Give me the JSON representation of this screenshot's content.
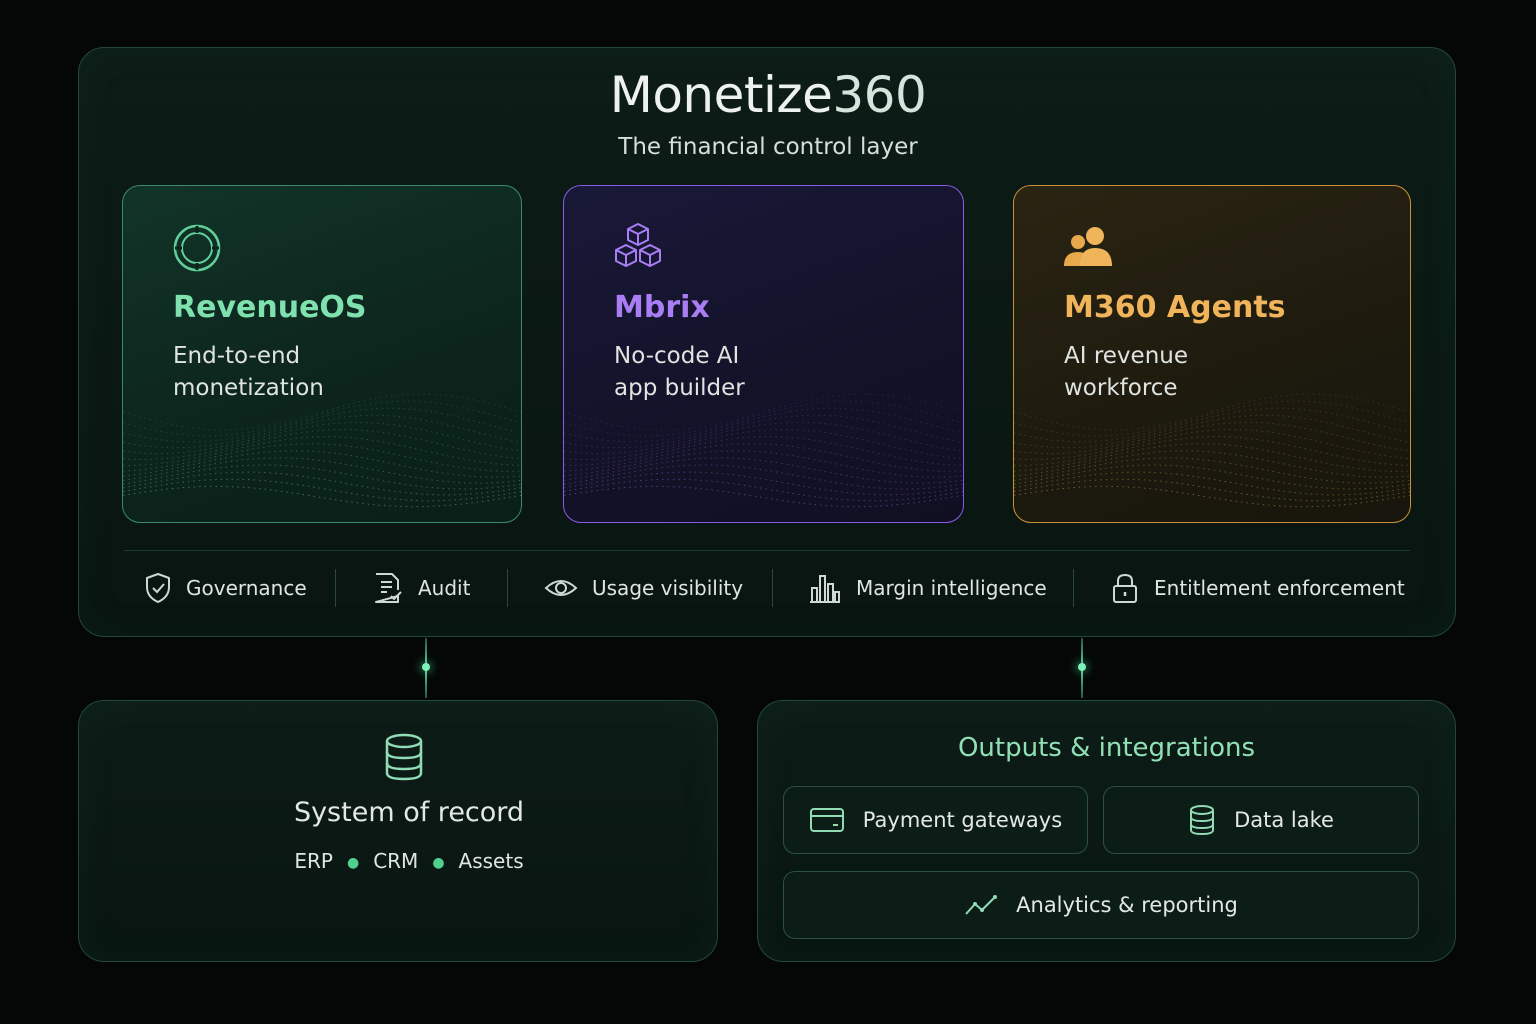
{
  "header": {
    "title_part1": "Monetize",
    "title_part2": "360",
    "subtitle": "The financial control layer"
  },
  "cards": [
    {
      "title": "RevenueOS",
      "description": "End-to-end\nmonetization",
      "icon": "circle-target-icon",
      "accent": "#7fe2ae"
    },
    {
      "title": "Mbrix",
      "description": "No-code AI\napp builder",
      "icon": "cubes-icon",
      "accent": "#a97ef5"
    },
    {
      "title": "M360 Agents",
      "description": "AI revenue\nworkforce",
      "icon": "users-icon",
      "accent": "#f0b45a"
    }
  ],
  "features": [
    {
      "label": "Governance",
      "icon": "shield-check-icon"
    },
    {
      "label": "Audit",
      "icon": "document-check-icon"
    },
    {
      "label": "Usage visibility",
      "icon": "eye-icon"
    },
    {
      "label": "Margin intelligence",
      "icon": "bar-chart-icon"
    },
    {
      "label": "Entitlement enforcement",
      "icon": "lock-icon"
    }
  ],
  "system_of_record": {
    "title": "System of record",
    "icon": "database-icon",
    "items": [
      "ERP",
      "CRM",
      "Assets"
    ]
  },
  "outputs": {
    "title": "Outputs & integrations",
    "items": [
      {
        "label": "Payment gateways",
        "icon": "credit-card-icon"
      },
      {
        "label": "Data lake",
        "icon": "database-icon"
      },
      {
        "label": "Analytics & reporting",
        "icon": "trend-line-icon"
      }
    ]
  }
}
